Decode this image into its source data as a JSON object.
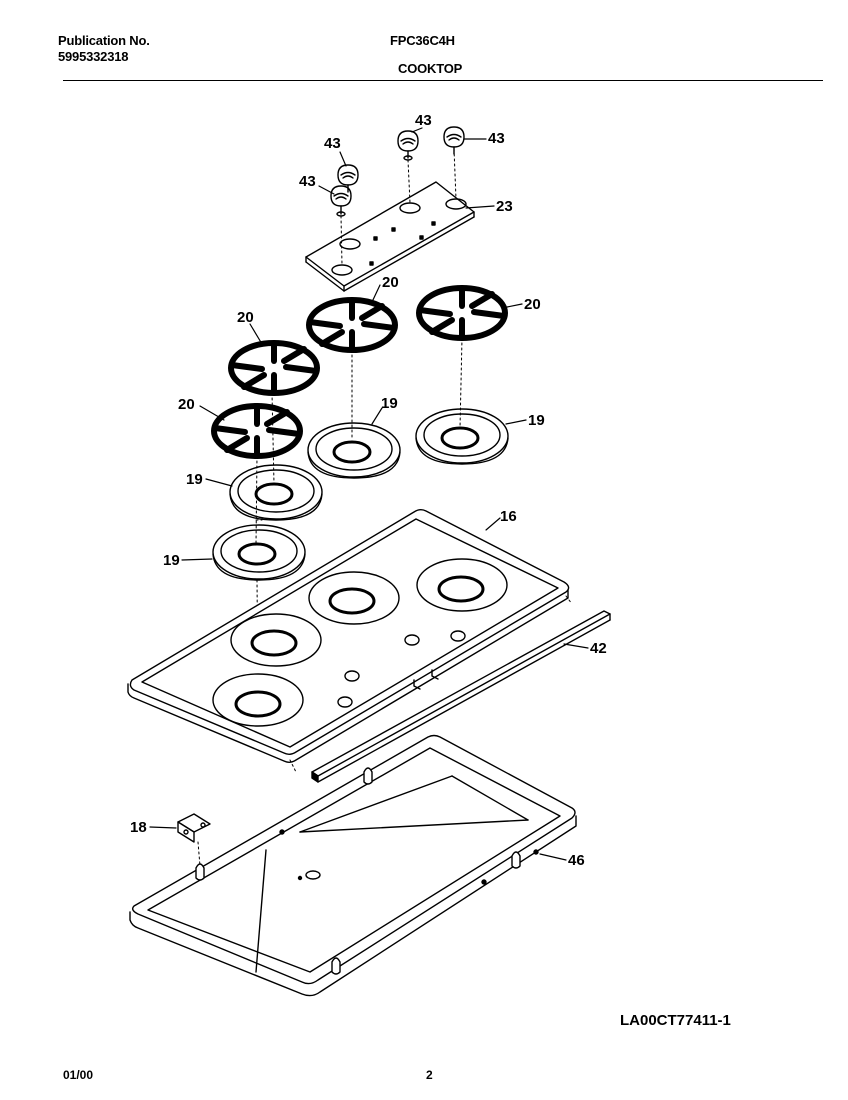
{
  "header": {
    "publication_label": "Publication No.",
    "publication_number": "5995332318",
    "model": "FPC36C4H",
    "section": "COOKTOP"
  },
  "footer": {
    "figure_id": "LA00CT77411-1",
    "date": "01/00",
    "page": "2"
  },
  "callouts": {
    "knob_a": "43",
    "knob_b": "43",
    "knob_c": "43",
    "knob_d": "43",
    "panel": "23",
    "grate_back_mid": "20",
    "grate_back_right": "20",
    "grate_mid_left": "20",
    "grate_front_left": "20",
    "pan_mid": "19",
    "pan_right": "19",
    "pan_left_upper": "19",
    "pan_left_lower": "19",
    "cooktop": "16",
    "trim_strip": "42",
    "bracket": "18",
    "burner_box": "46"
  }
}
